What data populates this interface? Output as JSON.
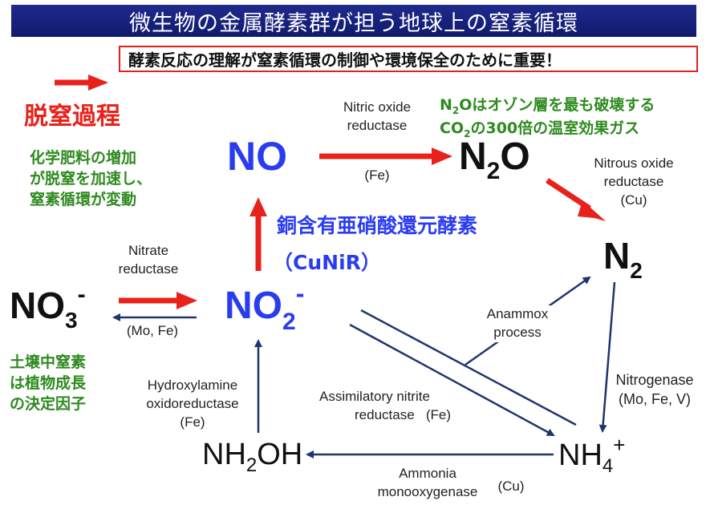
{
  "title": "微生物の金属酵素群が担う地球上の窒素循環",
  "note": "酵素反応の理解が窒素循環の制御や環境保全のために重要！",
  "legend": {
    "label": "脱窒過程"
  },
  "side_notes": {
    "fertilizer": [
      "化学肥料の増加",
      "が脱窒を加速し、",
      "窒素循環が変動"
    ],
    "n2o": {
      "line1_pre": "N",
      "line1_sub": "2",
      "line1_post": "Oはオゾン層を最も破壊する",
      "line2_pre": "CO",
      "line2_sub": "2",
      "line2_post": "の300倍の温室効果ガス"
    },
    "soil": [
      "土壌中窒素",
      "は植物成長",
      "の決定因子"
    ]
  },
  "cunir": {
    "name": "銅含有亜硝酸還元酵素",
    "abbr": "（CuNiR）"
  },
  "species": {
    "no": "NO",
    "n2o": {
      "base": "N",
      "sub": "2",
      "tail": "O"
    },
    "n2": {
      "base": "N",
      "sub": "2"
    },
    "no3": {
      "base": "NO",
      "sub": "3",
      "sup": "-"
    },
    "no2": {
      "base": "NO",
      "sub": "2",
      "sup": "-"
    },
    "nh2oh": {
      "base": "NH",
      "sub": "2",
      "tail": "OH"
    },
    "nh4": {
      "base": "NH",
      "sub": "4",
      "sup": "+"
    }
  },
  "enzymes": {
    "nitric_oxide_reductase": {
      "name": [
        "Nitric oxide",
        "reductase"
      ],
      "metal": "(Fe)"
    },
    "nitrous_oxide_reductase": {
      "name": [
        "Nitrous oxide",
        "reductase"
      ],
      "metal": "(Cu)"
    },
    "nitrate_reductase": {
      "name": [
        "Nitrate",
        "reductase"
      ],
      "metal": "(Mo, Fe)"
    },
    "anammox": {
      "name": [
        "Anammox",
        "process"
      ]
    },
    "nitrogenase": {
      "name": "Nitrogenase",
      "metal": "(Mo, Fe, V)"
    },
    "hydroxylamine_oxidoreductase": {
      "name": [
        "Hydroxylamine",
        "oxidoreductase"
      ],
      "metal": "(Fe)"
    },
    "assimilatory_nitrite_reductase": {
      "name": [
        "Assimilatory nitrite",
        "reductase"
      ],
      "metal": "(Fe)"
    },
    "ammonia_monooxygenase": {
      "name": [
        "Ammonia",
        "monooxygenase"
      ],
      "metal": "(Cu)"
    }
  },
  "colors": {
    "red": "#e8221b",
    "navy": "#1f3570",
    "blue": "#2a3cf0",
    "green": "#2e8a1f"
  }
}
